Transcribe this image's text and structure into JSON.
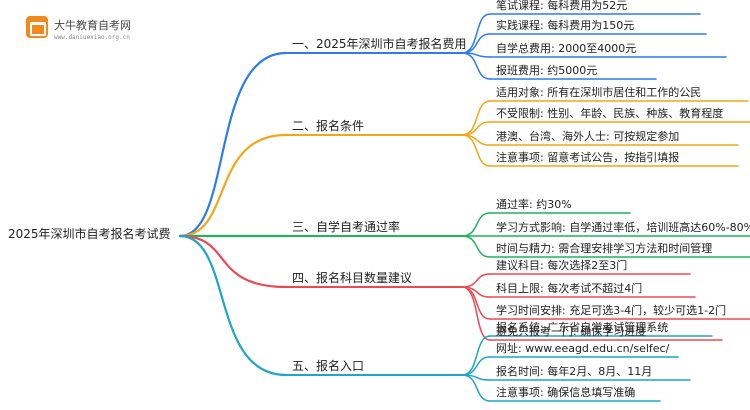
{
  "logo": {
    "name": "大牛教育自考网",
    "url": "www.daniuexiao.org.cn"
  },
  "root": "2025年深圳市自考报名考试费",
  "colors": [
    "#2b7de9",
    "#f3a617",
    "#1fb45c",
    "#e94b53",
    "#1ea6c9"
  ],
  "branches": [
    {
      "label": "一、2025年深圳市自考报名费用",
      "leaves": [
        "笔试课程: 每科费用为52元",
        "实践课程: 每科费用为150元",
        "自学总费用: 2000至4000元",
        "报班费用: 约5000元"
      ]
    },
    {
      "label": "二、报名条件",
      "leaves": [
        "适用对象: 所有在深圳市居住和工作的公民",
        "不受限制: 性别、年龄、民族、种族、教育程度",
        "港澳、台湾、海外人士: 可按规定参加",
        "注意事项: 留意考试公告，按指引填报"
      ]
    },
    {
      "label": "三、自学自考通过率",
      "leaves": [
        "通过率: 约30%",
        "学习方式影响: 自学通过率低，培训班高达60%-80%",
        "时间与精力: 需合理安排学习方法和时间管理"
      ]
    },
    {
      "label": "四、报名科目数量建议",
      "leaves": [
        "建议科目: 每次选择2至3门",
        "科目上限: 每次考试不超过4门",
        "学习时间安排: 充足可选3-4门，较少可选1-2门",
        "避免只报考一门: 确保学习进度"
      ]
    },
    {
      "label": "五、报名入口",
      "leaves": [
        "报名系统: 广东省自学考试管理系统",
        "网址: www.eeagd.edu.cn/selfec/",
        "报名时间: 每年2月、8月、11月",
        "注意事项: 确保信息填写准确"
      ]
    }
  ]
}
